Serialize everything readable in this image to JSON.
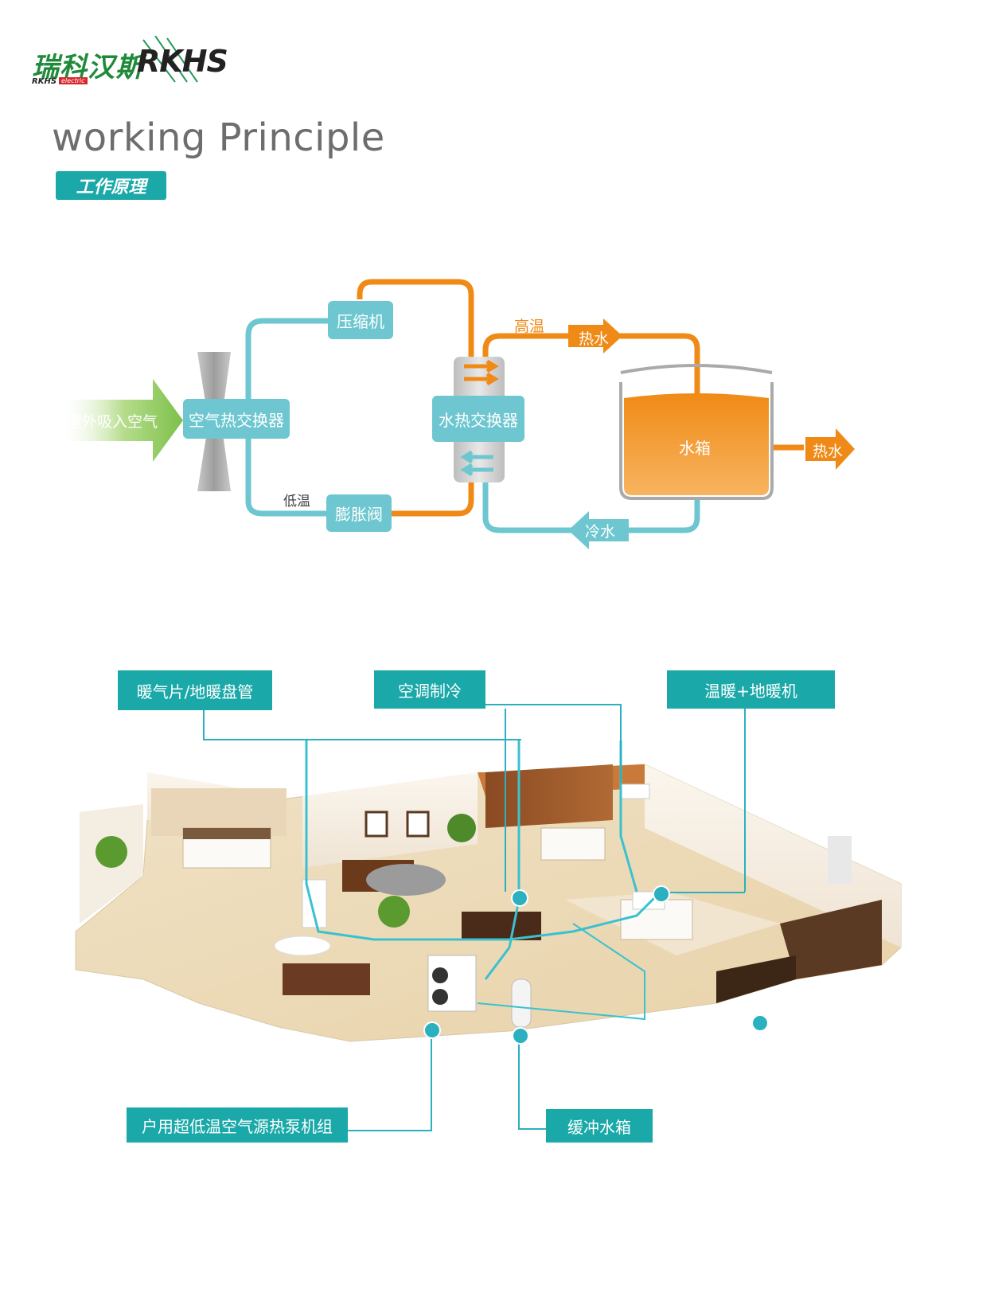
{
  "brand": {
    "name_cn": "瑞科汉斯",
    "name_en": "RKHS",
    "sub_left": "RKHS",
    "sub_right": "electric"
  },
  "header": {
    "title": "working Principle",
    "subtitle": "工作原理"
  },
  "diagram": {
    "intake": "室外吸入空气",
    "air_exchanger": "空气热交换器",
    "compressor": "压缩机",
    "expansion_valve": "膨胀阀",
    "low_temp": "低温",
    "water_exchanger": "水热交换器",
    "high_temp": "高温",
    "hot_water_in": "热水",
    "tank": "水箱",
    "hot_water_out": "热水",
    "cold_water": "冷水"
  },
  "house_labels": {
    "radiator": "暖气片/地暖盘管",
    "aircon": "空调制冷",
    "heating_unit": "温暖+地暖机",
    "heat_pump": "户用超低温空气源热泵机组",
    "buffer_tank": "缓冲水箱"
  },
  "colors": {
    "teal": "#1aa8a8",
    "light_teal": "#6ec7d0",
    "orange": "#f08a16",
    "green_arrow": "#7cc04a",
    "logo_green": "#1e8a3a"
  }
}
